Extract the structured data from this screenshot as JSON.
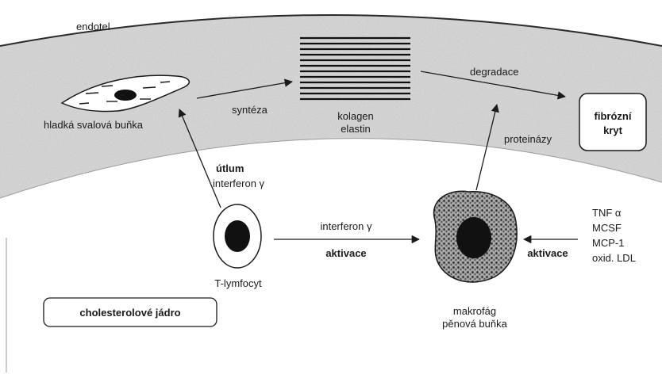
{
  "colors": {
    "background": "#ffffff",
    "band": "#d6d6d6",
    "ink": "#1a1a1a"
  },
  "labels": {
    "endotel": "endotel",
    "hladka_bunka": "hladká svalová buňka",
    "synteza": "syntéza",
    "kolagen": "kolagen",
    "elastin": "elastin",
    "degradace": "degradace",
    "fibrozni": "fibrózní",
    "kryt": "kryt",
    "proteinazy": "proteinázy",
    "utlum": "útlum",
    "interferon_1": "interferon γ",
    "interferon_2": "interferon γ",
    "aktivace_1": "aktivace",
    "aktivace_2": "aktivace",
    "t_lymfocyt": "T-lymfocyt",
    "makrofag": "makrofág",
    "penova_bunka": "pěnová buňka",
    "cholesterolove_jadro": "cholesterolové jádro",
    "cytokines": [
      "TNF α",
      "MCSF",
      "MCP-1",
      "oxid. LDL"
    ]
  }
}
